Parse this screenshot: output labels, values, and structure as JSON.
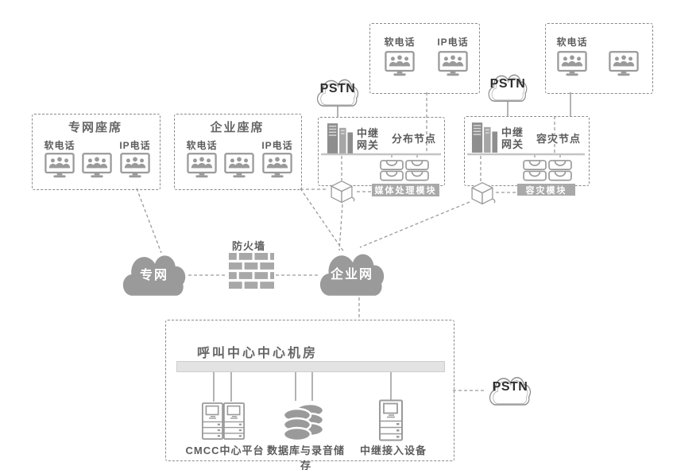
{
  "diagram": {
    "agent_groups": {
      "private": {
        "title": "专网座席",
        "softphone": "软电话",
        "ip_phone": "IP电话"
      },
      "enterprise": {
        "title": "企业座席",
        "softphone": "软电话",
        "ip_phone": "IP电话"
      }
    },
    "phone_groups": {
      "dist": {
        "softphone": "软电话",
        "ip_phone": "IP电话"
      },
      "dr": {
        "softphone": "软电话"
      }
    },
    "clouds": {
      "pstn_dist": "PSTN",
      "pstn_dr": "PSTN",
      "pstn_datacenter": "PSTN",
      "private_network": "专网",
      "enterprise_network": "企业网"
    },
    "firewall_label": "防火墙",
    "dist_node": {
      "gateway_line1": "中继",
      "gateway_line2": "网关",
      "title": "分布节点",
      "module_badge": "媒体处理模块"
    },
    "dr_node": {
      "gateway_line1": "中继",
      "gateway_line2": "网关",
      "title": "容灾节点",
      "module_badge": "容灾模块"
    },
    "datacenter": {
      "title": "呼叫中心中心机房",
      "devices": [
        {
          "label": "CMCC中心平台"
        },
        {
          "label": "数据库与录音储存"
        },
        {
          "label": "中继接入设备"
        }
      ]
    },
    "colors": {
      "node_gray": "#9a9a9a",
      "badge_bg": "#a9a9a9",
      "wire_gray": "#999999",
      "cloud_fill": "#9a9a9a"
    }
  }
}
